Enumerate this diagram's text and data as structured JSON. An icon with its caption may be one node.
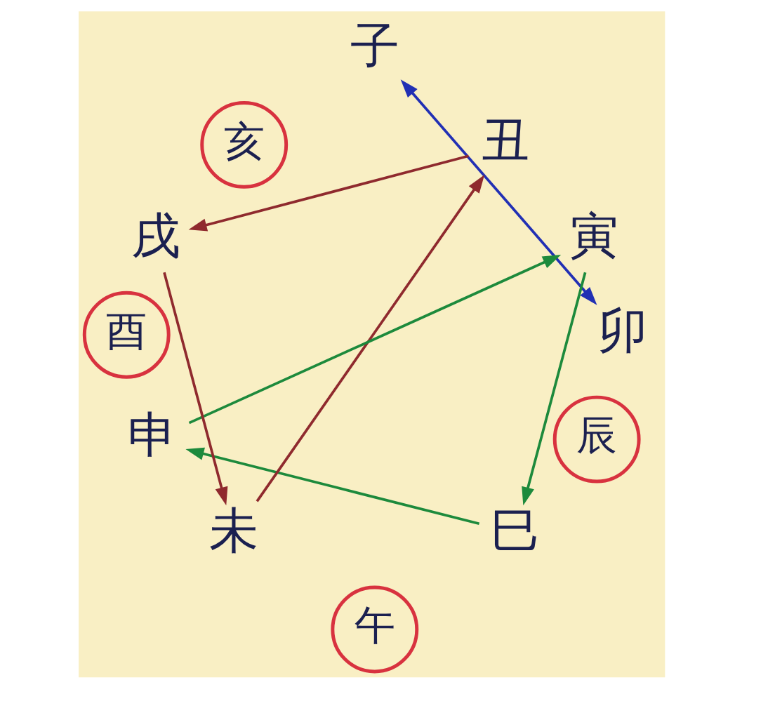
{
  "diagram": {
    "nodes": [
      {
        "text": [
          "子"
        ]
      },
      {
        "text": [
          "丑"
        ]
      },
      {
        "text": [
          "寅"
        ]
      },
      {
        "text": [
          "卯"
        ]
      },
      {
        "text": [
          "辰"
        ]
      },
      {
        "text": [
          "巳"
        ]
      },
      {
        "text": [
          "午"
        ]
      },
      {
        "text": [
          "未"
        ]
      },
      {
        "text": [
          "申"
        ]
      },
      {
        "text": [
          "酉"
        ]
      },
      {
        "text": [
          "戌"
        ]
      },
      {
        "text": [
          "亥"
        ]
      }
    ],
    "edges": [
      {
        "from": 0,
        "to": 3,
        "arrow": "both",
        "color": "#2230b4"
      },
      {
        "from": 1,
        "to": 10,
        "arrow": "to",
        "color": "#8f2a2e"
      },
      {
        "from": 10,
        "to": 7,
        "arrow": "to",
        "color": "#8f2a2e"
      },
      {
        "from": 7,
        "to": 1,
        "arrow": "to",
        "color": "#8f2a2e"
      },
      {
        "from": 2,
        "to": 5,
        "arrow": "to",
        "color": "#1d8a3c"
      },
      {
        "from": 5,
        "to": 8,
        "arrow": "to",
        "color": "#1d8a3c"
      },
      {
        "from": 8,
        "to": 2,
        "arrow": "to",
        "color": "#1d8a3c"
      }
    ]
  }
}
